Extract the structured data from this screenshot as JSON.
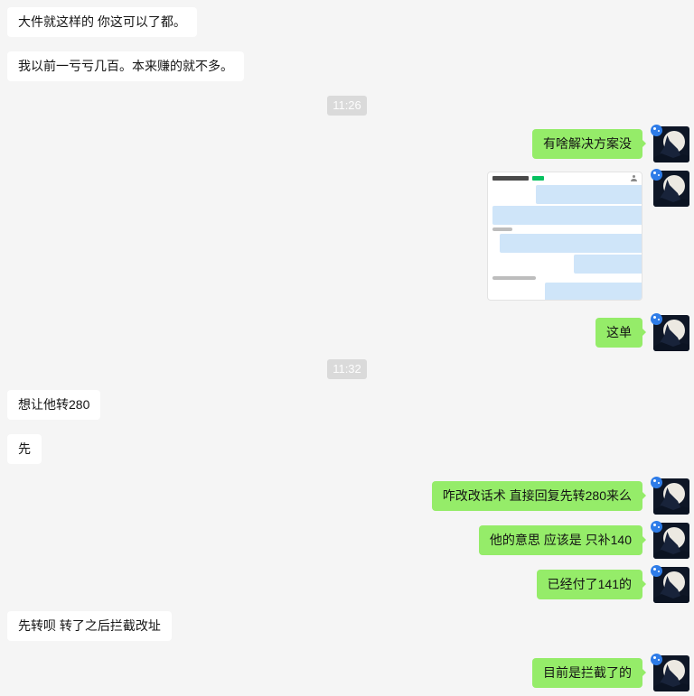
{
  "chat": {
    "colors": {
      "background": "#f5f5f5",
      "incoming_bubble": "#ffffff",
      "outgoing_bubble": "#95ec69",
      "text": "#141414",
      "timestamp_bg": "#dadada",
      "timestamp_text": "#fdfdfd"
    },
    "avatar": {
      "icon": "wolf-moon-avatar",
      "bg": "#0e1626",
      "moon": "#ece9e2",
      "silhouette": "#18233a",
      "badge_color": "#2e7ce8"
    },
    "messages": [
      {
        "type": "text",
        "side": "left",
        "text": "大件就这样的 你这可以了都。"
      },
      {
        "type": "text",
        "side": "left",
        "text": "我以前一亏亏几百。本来赚的就不多。"
      },
      {
        "type": "timestamp",
        "text": "11:26"
      },
      {
        "type": "text",
        "side": "right",
        "text": "有啥解决方案没"
      },
      {
        "type": "image",
        "side": "right"
      },
      {
        "type": "text",
        "side": "right",
        "text": "这单"
      },
      {
        "type": "timestamp",
        "text": "11:32"
      },
      {
        "type": "text",
        "side": "left",
        "text": "想让他转280"
      },
      {
        "type": "text",
        "side": "left",
        "text": "先"
      },
      {
        "type": "text",
        "side": "right",
        "text": "咋改改话术 直接回复先转280来么"
      },
      {
        "type": "text",
        "side": "right",
        "text": "他的意思 应该是 只补140"
      },
      {
        "type": "text",
        "side": "right",
        "text": "已经付了141的"
      },
      {
        "type": "text",
        "side": "left",
        "text": "先转呗 转了之后拦截改址"
      },
      {
        "type": "text",
        "side": "right",
        "text": "目前是拦截了的"
      }
    ],
    "image_message": {
      "kind": "chat-screenshot-thumbnail",
      "header": {
        "title_bar_color": "#4a4a4a",
        "accent_color": "#07c160"
      },
      "bubble_color": "#cfe5f9",
      "text_line_color": "#bdbdbd",
      "scroll_marker_color": "#f5d57a",
      "rows": [
        {
          "side": "right",
          "w": 98,
          "kind": "bubble"
        },
        {
          "side": "right",
          "w": 146,
          "kind": "bubble"
        },
        {
          "side": "left",
          "w": 22,
          "kind": "text"
        },
        {
          "side": "right",
          "w": 138,
          "kind": "bubble"
        },
        {
          "side": "right",
          "w": 56,
          "kind": "bubble"
        },
        {
          "side": "left",
          "w": 48,
          "kind": "text"
        },
        {
          "side": "right",
          "w": 88,
          "kind": "bubble"
        },
        {
          "side": "left",
          "w": 98,
          "kind": "text"
        },
        {
          "side": "left",
          "w": 26,
          "kind": "text"
        },
        {
          "side": "right",
          "w": 92,
          "kind": "bubble"
        },
        {
          "side": "right",
          "w": 52,
          "kind": "bubble"
        },
        {
          "side": "left",
          "w": 46,
          "kind": "text"
        }
      ],
      "strip_marks": 8,
      "strip_hot_index": 1,
      "toolbar_icons": 10
    }
  }
}
